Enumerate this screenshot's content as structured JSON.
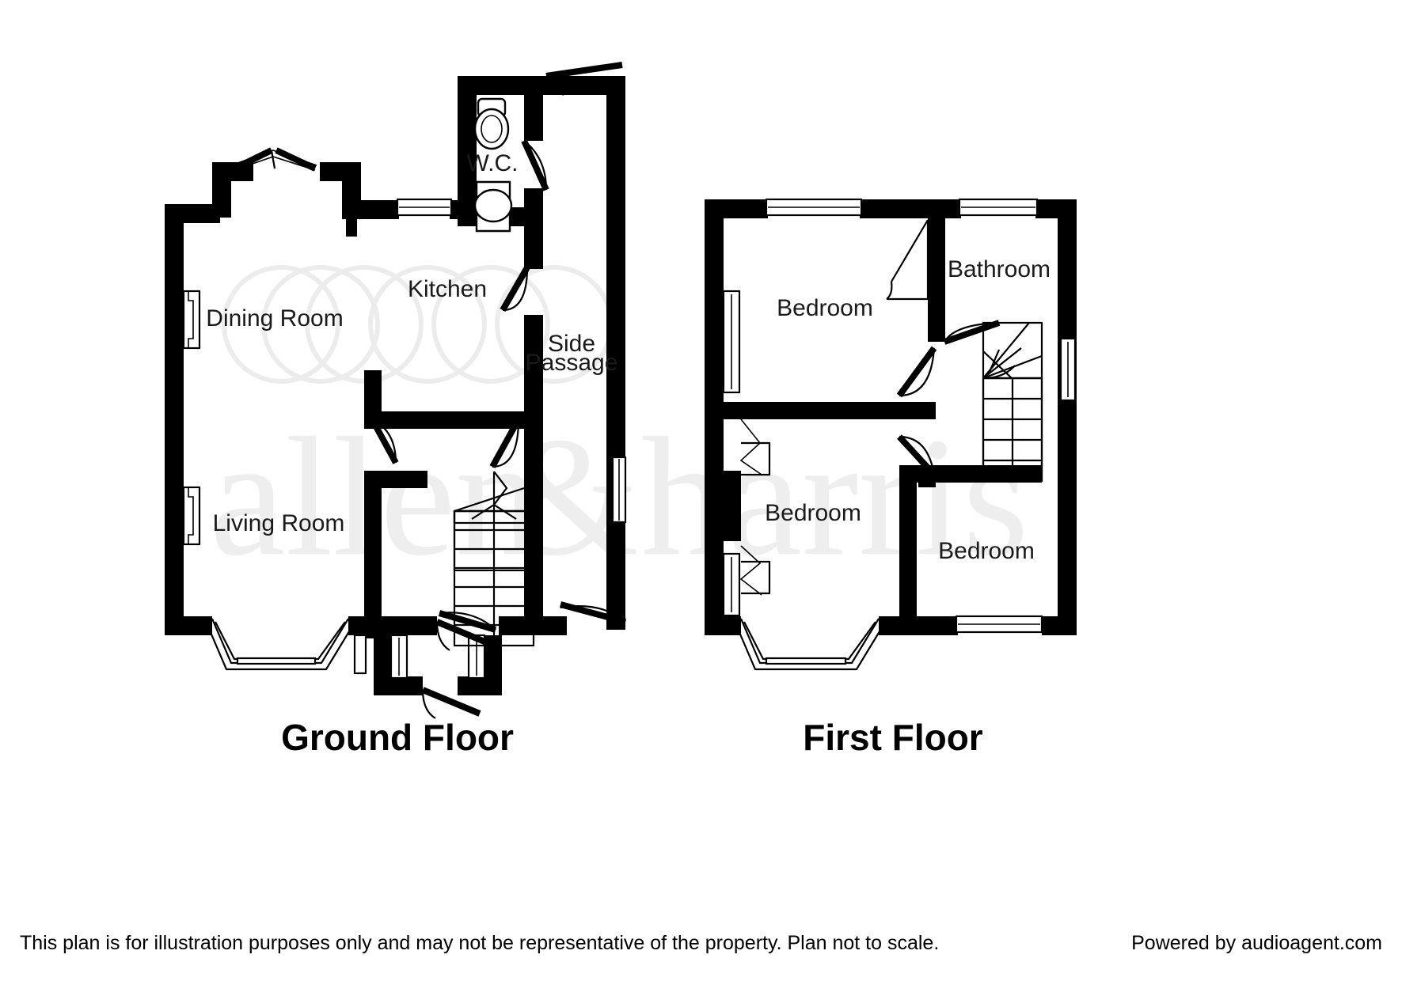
{
  "document": {
    "type": "property-floorplan",
    "brand_watermark": "allen & harris"
  },
  "floors": [
    {
      "id": "ground",
      "title": "Ground Floor",
      "rooms": [
        {
          "name": "Dining Room",
          "label": "Dining Room"
        },
        {
          "name": "Kitchen",
          "label": "Kitchen"
        },
        {
          "name": "Living Room",
          "label": "Living Room"
        },
        {
          "name": "W.C.",
          "label": "W.C."
        },
        {
          "name": "Side Passage",
          "label_line1": "Side",
          "label_line2": "Passage"
        }
      ]
    },
    {
      "id": "first",
      "title": "First Floor",
      "rooms": [
        {
          "name": "Bedroom 1",
          "label": "Bedroom"
        },
        {
          "name": "Bedroom 2",
          "label": "Bedroom"
        },
        {
          "name": "Bedroom 3",
          "label": "Bedroom"
        },
        {
          "name": "Bathroom",
          "label": "Bathroom"
        }
      ]
    }
  ],
  "labels": {
    "ground_floor_title": "Ground Floor",
    "first_floor_title": "First Floor",
    "dining_room": "Dining Room",
    "kitchen": "Kitchen",
    "living_room": "Living Room",
    "wc": "W.C.",
    "side_passage_line1": "Side",
    "side_passage_line2": "Passage",
    "bedroom_1": "Bedroom",
    "bedroom_2": "Bedroom",
    "bedroom_3": "Bedroom",
    "bathroom": "Bathroom"
  },
  "footer": {
    "disclaimer": "This plan is for illustration purposes only and may not be representative of the property. Plan not to scale.",
    "powered_by": "Powered by audioagent.com"
  },
  "watermark": {
    "text": "allen & harris",
    "color": "#eeeeef"
  },
  "colors": {
    "wall": "#000000",
    "background": "#ffffff",
    "text": "#000000",
    "watermark": "#eeeeef"
  }
}
